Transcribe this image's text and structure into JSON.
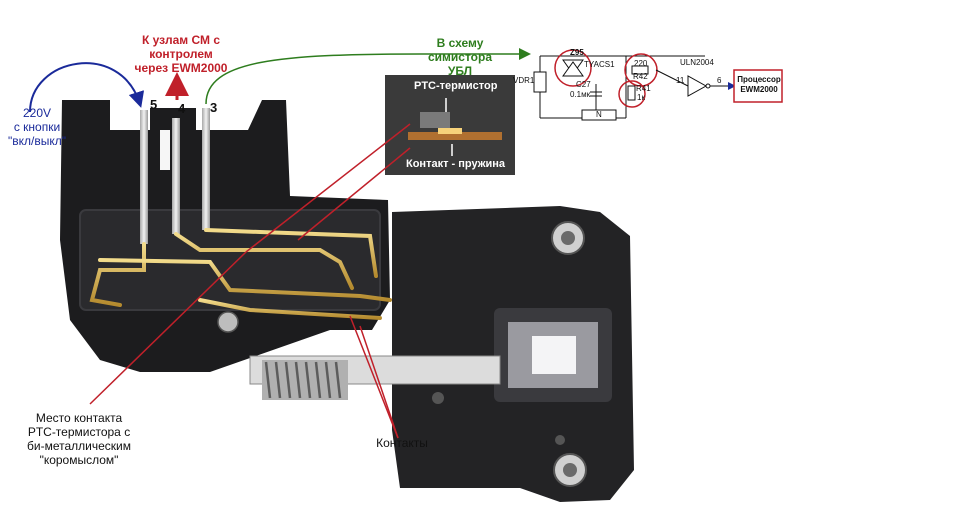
{
  "labels": {
    "power_line1": "220V",
    "power_line2": "с кнопки",
    "power_line3": "\"вкл/выкл\"",
    "nodes_line1": "К узлам СМ с",
    "nodes_line2": "контролем",
    "nodes_line3": "через EWM2000",
    "triac_line1": "В схему",
    "triac_line2": "симистора",
    "triac_line3": "УБЛ",
    "contact_place_line1": "Место контакта",
    "contact_place_line2": "PTC-термистора с",
    "contact_place_line3": "би-металлическим",
    "contact_place_line4": "\"коромыслом\"",
    "contacts": "Контакты"
  },
  "terminals": {
    "t5": "5",
    "t4": "4",
    "t3": "3"
  },
  "inset_photo": {
    "top_label": "PTC-термистор",
    "bottom_label": "Контакт - пружина"
  },
  "schematic": {
    "z95": "Z95",
    "tyacs1": "TYACS1",
    "vdr1": "VDR1",
    "c27": "C27",
    "cap_value": "0.1мк",
    "r220": "220",
    "r42": "R42",
    "r41": "R41",
    "r41_value": "1к",
    "uln": "ULN2004",
    "pin11": "11",
    "pin6": "6",
    "n_label": "N",
    "processor_line1": "Процессор",
    "processor_line2": "EWM2000"
  },
  "colors": {
    "blue_arrow": "#1a2a9a",
    "red_arrow": "#c0202a",
    "green_arrow": "#2e7d1e",
    "housing": "#1c1c1e",
    "metal_contact": "#d8b65a"
  }
}
